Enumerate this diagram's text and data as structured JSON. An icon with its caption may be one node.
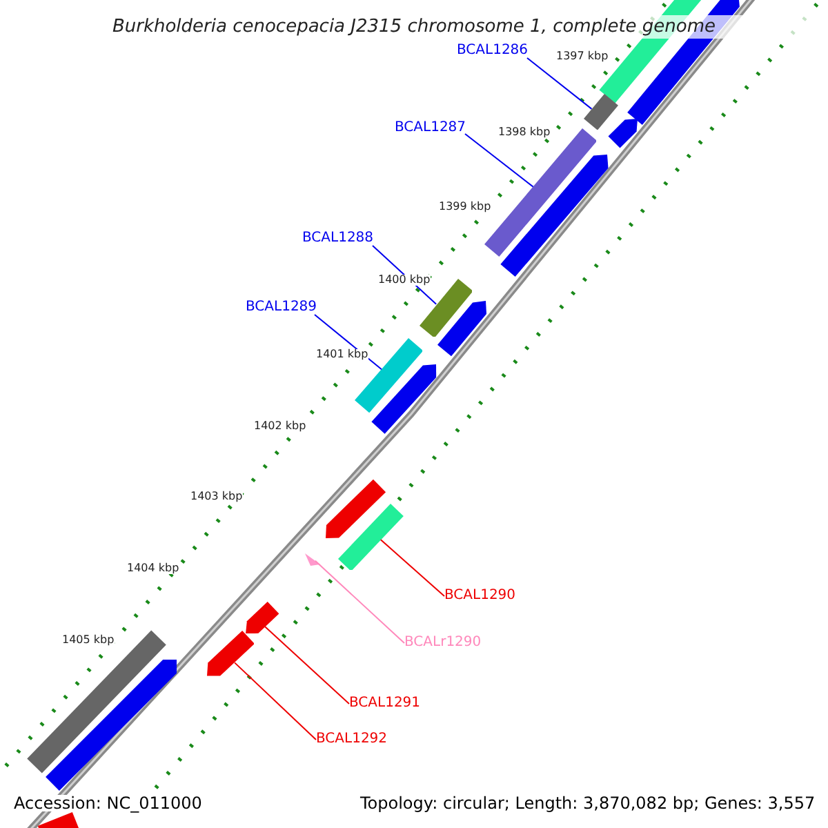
{
  "diagram": {
    "title": "Burkholderia cenocepacia J2315 chromosome 1, complete genome",
    "nodes": [
      {
        "text": [
          "BCAL1286"
        ]
      },
      {
        "text": [
          "BCAL1287"
        ]
      },
      {
        "text": [
          "BCAL1288"
        ]
      },
      {
        "text": [
          "BCAL1289"
        ]
      },
      {
        "text": [
          "BCAL1290"
        ]
      },
      {
        "text": [
          "BCALr1290"
        ]
      },
      {
        "text": [
          "BCAL1291"
        ]
      },
      {
        "text": [
          "BCAL1292"
        ]
      },
      {
        "text": [],
        "shape": "bar"
      },
      {
        "text": [],
        "shape": "bar"
      },
      {
        "text": [],
        "shape": "bar"
      },
      {
        "text": [],
        "shape": "bar"
      },
      {
        "text": [],
        "shape": "bar"
      },
      {
        "text": [],
        "shape": "triangle"
      },
      {
        "text": [],
        "shape": "bar"
      },
      {
        "text": [],
        "shape": "bar"
      }
    ],
    "edges": [
      {
        "from": 0,
        "to": 8,
        "arrow": "none",
        "color": "#0000ee"
      },
      {
        "from": 1,
        "to": 9,
        "arrow": "none",
        "color": "#0000ee"
      },
      {
        "from": 2,
        "to": 10,
        "arrow": "none",
        "color": "#0000ee"
      },
      {
        "from": 3,
        "to": 11,
        "arrow": "none",
        "color": "#0000ee"
      },
      {
        "from": 4,
        "to": 12,
        "arrow": "none",
        "color": "#ee0000"
      },
      {
        "from": 5,
        "to": 13,
        "arrow": "none",
        "color": "#ff88bb"
      },
      {
        "from": 6,
        "to": 14,
        "arrow": "none",
        "color": "#ee0000"
      },
      {
        "from": 7,
        "to": 15,
        "arrow": "none",
        "color": "#ee0000"
      }
    ],
    "labels": [
      "1397 kbp",
      "1398 kbp",
      "1399 kbp",
      "1400 kbp",
      "1401 kbp",
      "1402 kbp",
      "1403 kbp",
      "1404 kbp",
      "1405 kbp",
      "Accession: NC_011000",
      "Topology: circular; Length: 3,870,082 bp; Genes: 3,557"
    ]
  }
}
